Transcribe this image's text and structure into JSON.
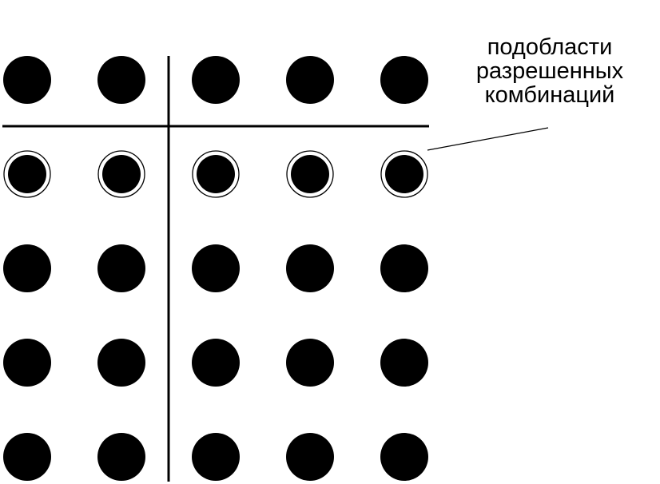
{
  "diagram": {
    "label_lines": [
      "подобласти",
      "разрешенных",
      "комбинаций"
    ],
    "grid": {
      "rows": 5,
      "cols": 5,
      "highlighted_row": 1
    },
    "colors": {
      "dot": "#000000",
      "line": "#000000",
      "background": "#ffffff"
    }
  }
}
